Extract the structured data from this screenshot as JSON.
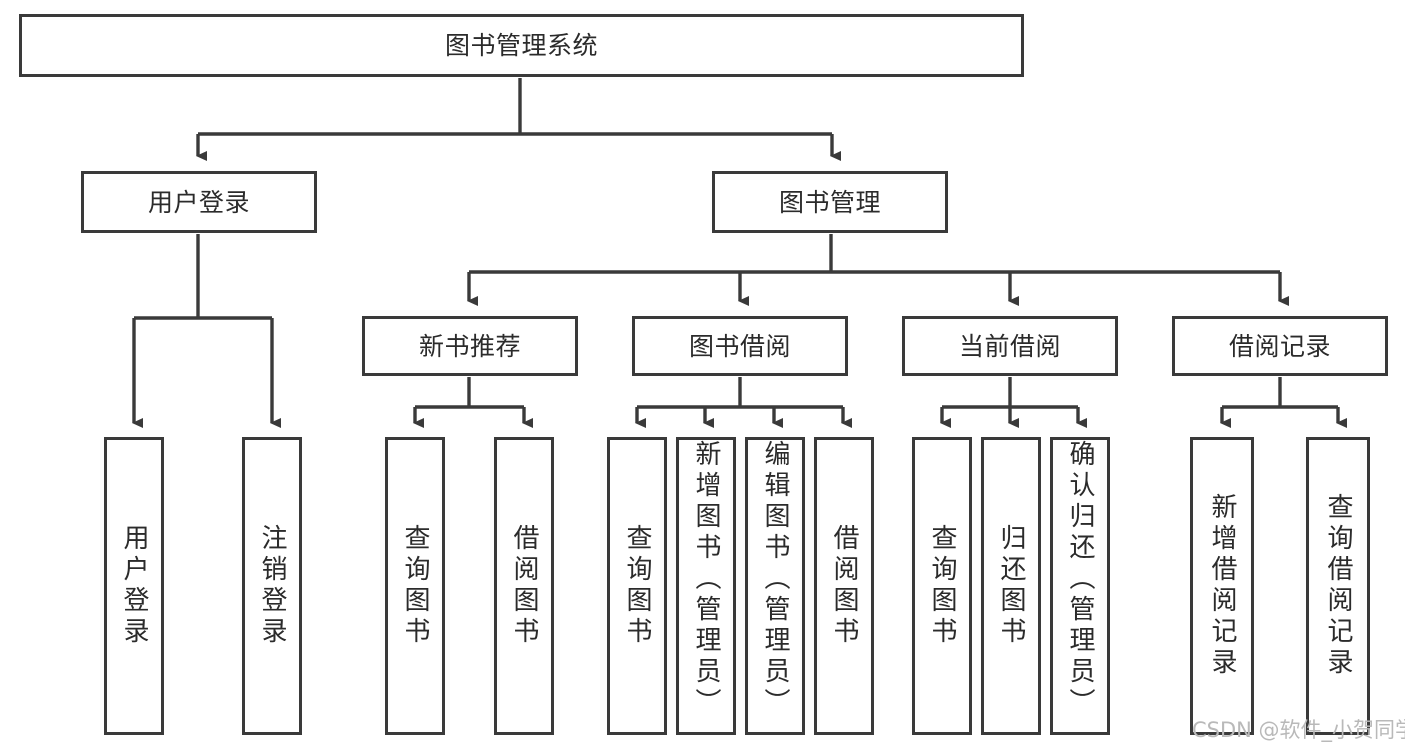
{
  "diagram": {
    "type": "hierarchy-tree",
    "title": "图书管理系统",
    "watermark": "CSDN @软件_小贺同学",
    "colors": {
      "box_border": "#3a3a3a",
      "box_fill": "#ffffff",
      "edge": "#3a3a3a",
      "text": "#2b2b2b",
      "watermark": "#b9b9b9",
      "background": "#ffffff"
    },
    "nodes": {
      "root": {
        "label": "图书管理系统",
        "level": 1
      },
      "l2": [
        {
          "id": "user-login",
          "label": "用户登录"
        },
        {
          "id": "book-manage",
          "label": "图书管理"
        }
      ],
      "l3": [
        {
          "id": "new-book-recommend",
          "label": "新书推荐"
        },
        {
          "id": "book-borrow",
          "label": "图书借阅"
        },
        {
          "id": "current-borrow",
          "label": "当前借阅"
        },
        {
          "id": "borrow-record",
          "label": "借阅记录"
        }
      ],
      "leaves": {
        "user-login": [
          {
            "id": "leaf-user-login",
            "label": "用户登录"
          },
          {
            "id": "leaf-logout-login",
            "label": "注销登录"
          }
        ],
        "new-book-recommend": [
          {
            "id": "leaf-query-book-1",
            "label": "查询图书"
          },
          {
            "id": "leaf-borrow-book-1",
            "label": "借阅图书"
          }
        ],
        "book-borrow": [
          {
            "id": "leaf-query-book-2",
            "label": "查询图书"
          },
          {
            "id": "leaf-add-book-admin",
            "label": "新增图书（管理员）"
          },
          {
            "id": "leaf-edit-book-admin",
            "label": "编辑图书（管理员）"
          },
          {
            "id": "leaf-borrow-book-2",
            "label": "借阅图书"
          }
        ],
        "current-borrow": [
          {
            "id": "leaf-query-book-3",
            "label": "查询图书"
          },
          {
            "id": "leaf-return-book",
            "label": "归还图书"
          },
          {
            "id": "leaf-confirm-return-admin",
            "label": "确认归还（管理员）"
          }
        ],
        "borrow-record": [
          {
            "id": "leaf-add-borrow-record",
            "label": "新增借阅记录"
          },
          {
            "id": "leaf-query-borrow-record",
            "label": "查询借阅记录"
          }
        ]
      }
    }
  }
}
